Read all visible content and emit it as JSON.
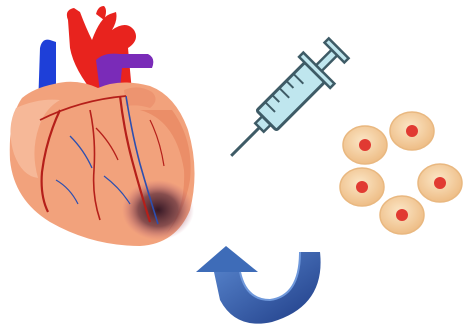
{
  "diagram": {
    "illustrations": [
      {
        "key": "heart",
        "icon": "heart-with-infarct-icon"
      },
      {
        "key": "syringe",
        "icon": "syringe-icon"
      },
      {
        "key": "cells",
        "icon": "stem-cells-icon"
      },
      {
        "key": "arrow",
        "icon": "curved-return-arrow-icon"
      }
    ],
    "cell_count": 5,
    "colors": {
      "heart_muscle": "#F2A27C",
      "heart_shadow": "#E88A63",
      "aorta_red": "#E8231E",
      "vena_cava_blue": "#1E3FD8",
      "pulmonary_purple": "#7A2BB8",
      "coronary_red": "#B51F1A",
      "coronary_blue": "#2C4FB0",
      "infarct_dark": "#3A1E2A",
      "syringe_outline": "#3E5B66",
      "syringe_fill": "#BFE6EE",
      "cell_body": "#F6D3A8",
      "cell_nucleus": "#E13A32",
      "arrow_blue": "#3E6CB8",
      "arrow_dark": "#1E3F85"
    }
  }
}
